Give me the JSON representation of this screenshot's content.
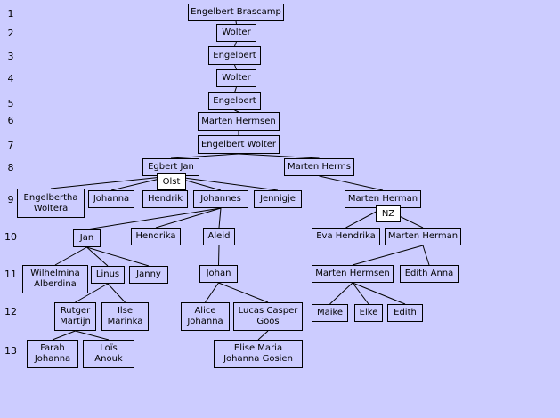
{
  "generations": [
    "1",
    "2",
    "3",
    "4",
    "5",
    "6",
    "7",
    "8",
    "9",
    "10",
    "11",
    "12",
    "13"
  ],
  "nodes": {
    "n1": "Engelbert Brascamp",
    "n2": "Wolter",
    "n3": "Engelbert",
    "n4": "Wolter",
    "n5": "Engelbert",
    "n6": "Marten Hermsen",
    "n7": "Engelbert Wolter",
    "n8a": "Egbert Jan",
    "n8b": "Marten Herms",
    "olst": "Olst",
    "n9a": "Engelbertha\nWoltera",
    "n9b": "Johanna",
    "n9c": "Hendrik",
    "n9d": "Johannes",
    "n9e": "Jennigje",
    "n9f": "Marten Herman",
    "nz": "NZ",
    "n10a": "Jan",
    "n10b": "Hendrika",
    "n10c": "Aleid",
    "n10d": "Eva Hendrika",
    "n10e": "Marten Herman",
    "n11a": "Wilhelmina\nAlberdina",
    "n11b": "Linus",
    "n11c": "Janny",
    "n11d": "Johan",
    "n11e": "Marten Hermsen",
    "n11f": "Edith Anna",
    "n12a": "Rutger\nMartijn",
    "n12b": "Ilse\nMarinka",
    "n12c": "Alice\nJohanna",
    "n12d": "Lucas Casper\nGoos",
    "n12e": "Maike",
    "n12f": "Elke",
    "n12g": "Edith",
    "n13a": "Farah\nJohanna",
    "n13b": "Loïs\nAnouk",
    "n13c": "Elise Maria\nJohanna Gosien"
  }
}
